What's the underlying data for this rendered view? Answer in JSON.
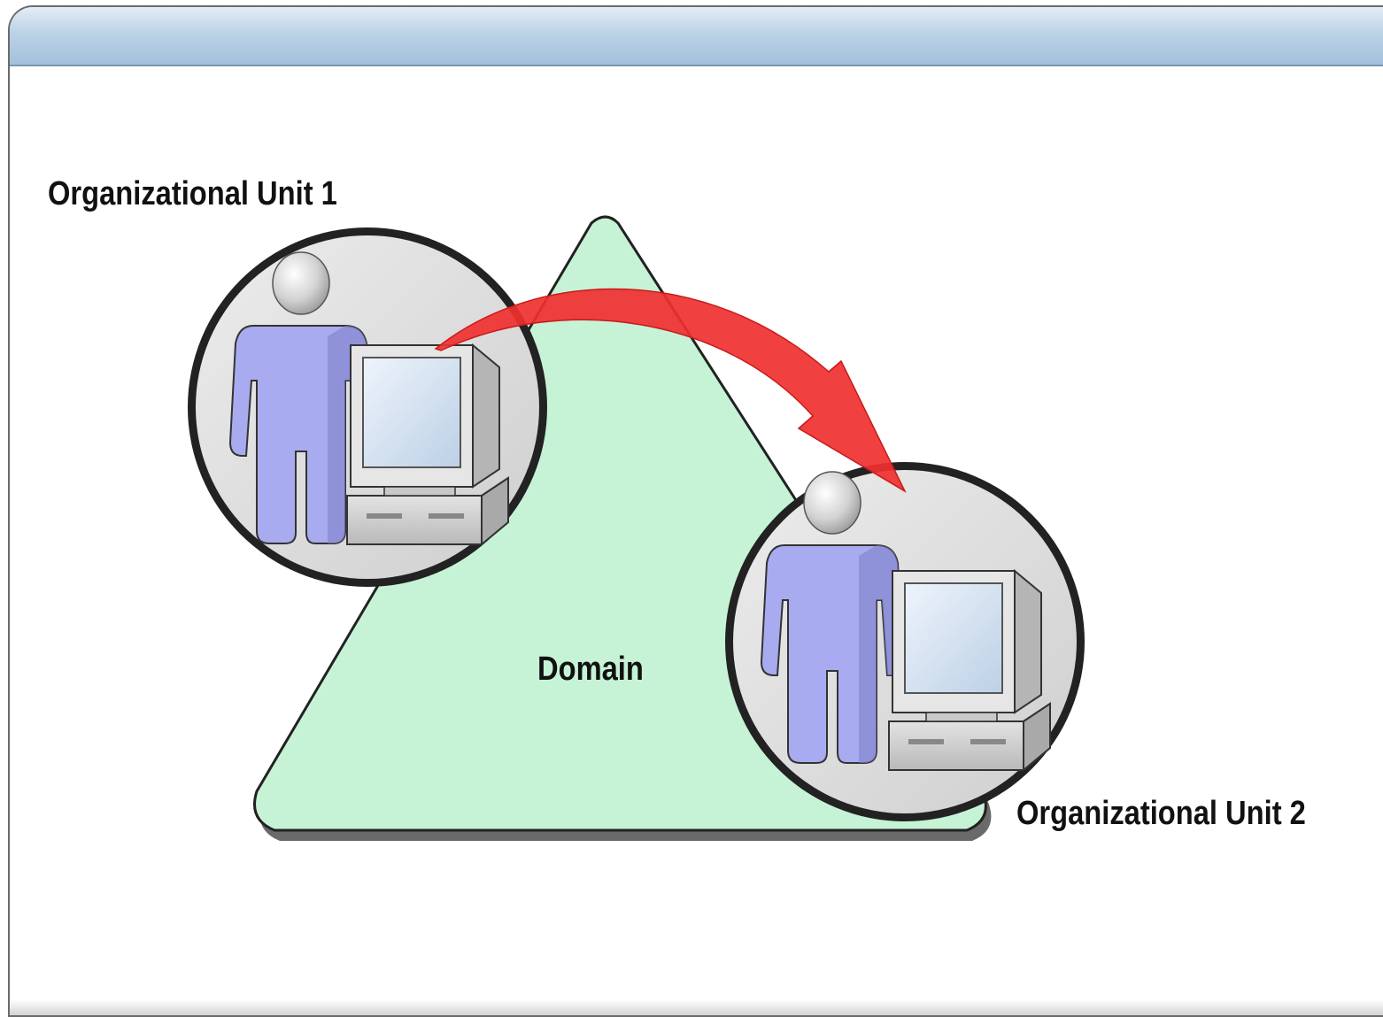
{
  "diagram": {
    "domain_label": "Domain",
    "ou1_label": "Organizational Unit 1",
    "ou2_label": "Organizational Unit 2",
    "colors": {
      "domain_fill": "#c6f3d6",
      "arrow": "#f03030",
      "user_figure": "#a9abf0",
      "circle_fill": "#d9d9d9",
      "header_band": "#b5cde3"
    },
    "icons": [
      "user-icon",
      "computer-icon",
      "user-icon",
      "computer-icon",
      "move-arrow-icon"
    ]
  }
}
